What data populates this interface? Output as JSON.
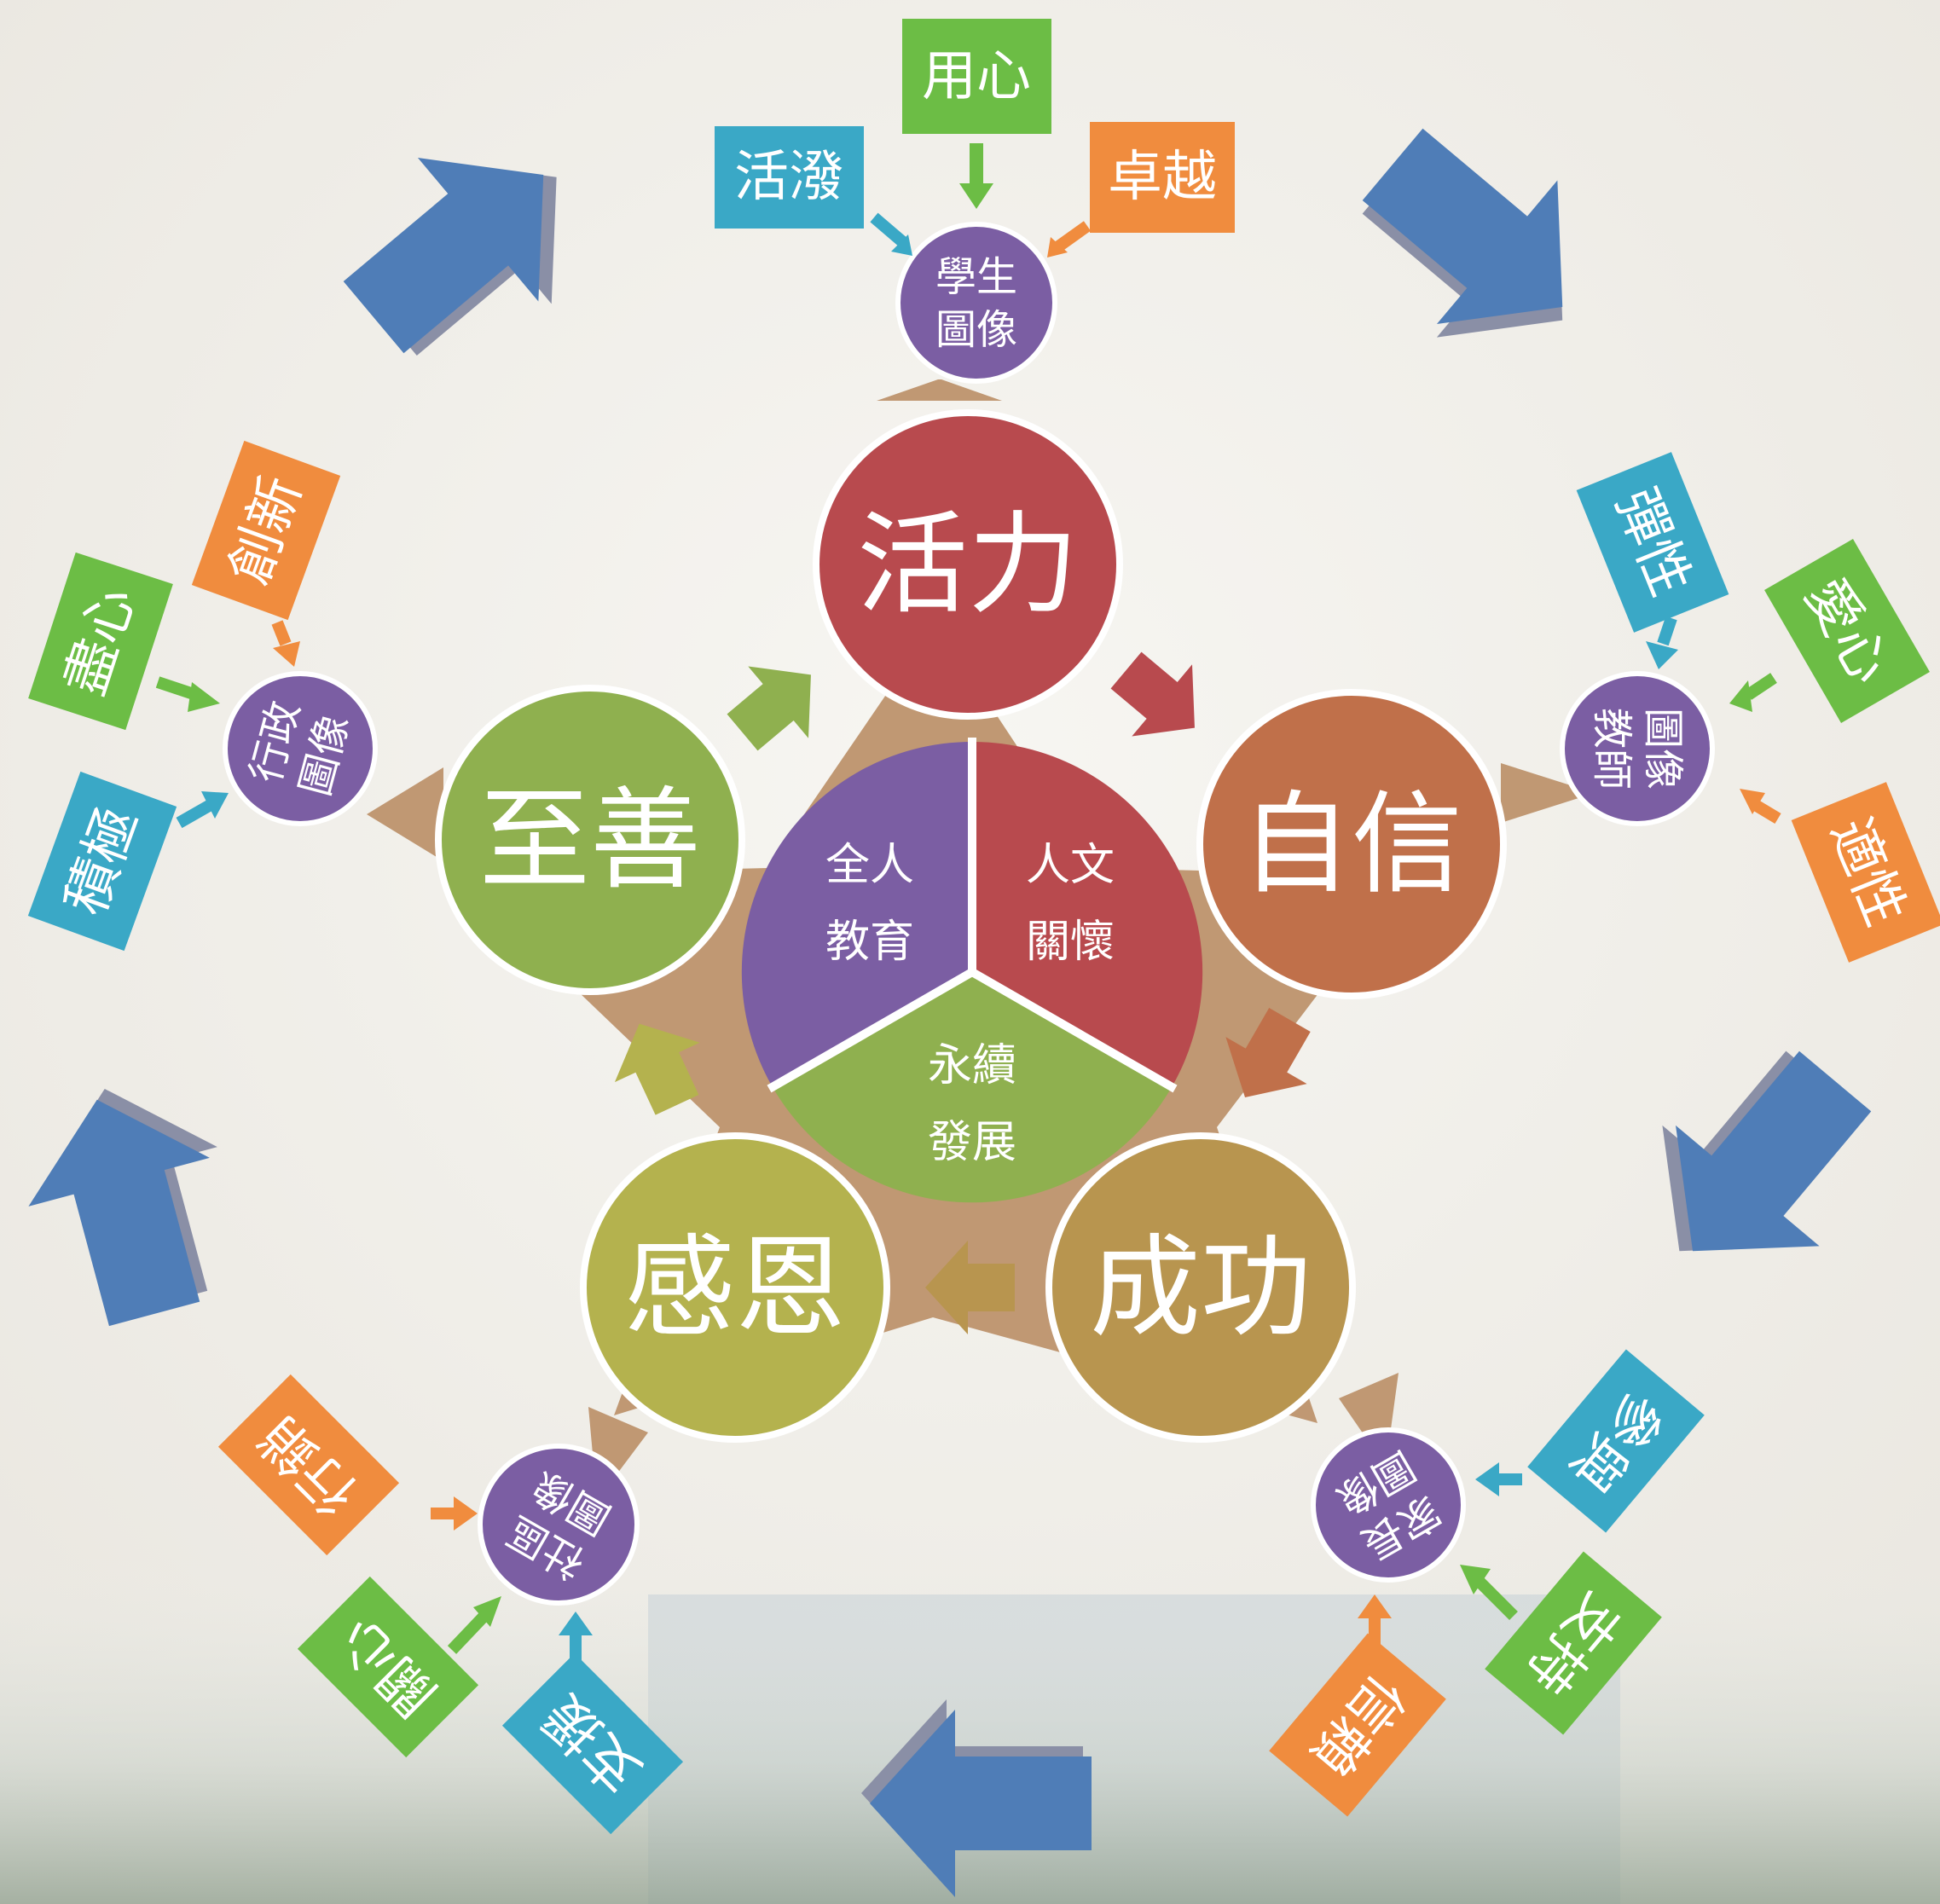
{
  "core": {
    "whole_person": [
      "全人",
      "教育"
    ],
    "humanistic_care": [
      "人文",
      "關懷"
    ],
    "sustainable": [
      "永續",
      "發展"
    ]
  },
  "values": {
    "vitality": "活力",
    "confidence": "自信",
    "success": "成功",
    "gratitude": "感恩",
    "excellence": "至善"
  },
  "portraits": {
    "student": {
      "lines": [
        "學生",
        "圖像"
      ],
      "keywords": [
        "活潑",
        "用心",
        "卓越"
      ]
    },
    "teacher": {
      "lines": [
        "教師",
        "圖像"
      ],
      "keywords": [
        "彈性",
        "愛心",
        "適性"
      ]
    },
    "parent": {
      "lines": [
        "家長",
        "圖像"
      ],
      "keywords": [
        "參與",
        "支持",
        "信賴"
      ]
    },
    "community": {
      "lines": [
        "社區",
        "圖像"
      ],
      "keywords": [
        "行銷",
        "關心",
        "支援"
      ]
    },
    "admin": {
      "lines": [
        "行政",
        "圖像"
      ],
      "keywords": [
        "創新",
        "盡心",
        "積極"
      ]
    }
  },
  "colors": {
    "purple": "#7b5ea3",
    "red": "#b84a4e",
    "green": "#8fb04f",
    "orange_brown": "#c0704a",
    "gold": "#b8954f",
    "olive": "#b4b24e",
    "kw_teal": "#3aa8c6",
    "kw_green": "#6cbd45",
    "kw_orange": "#f08c3e",
    "blue_arrow": "#4f7db7",
    "star": "#c09873"
  }
}
